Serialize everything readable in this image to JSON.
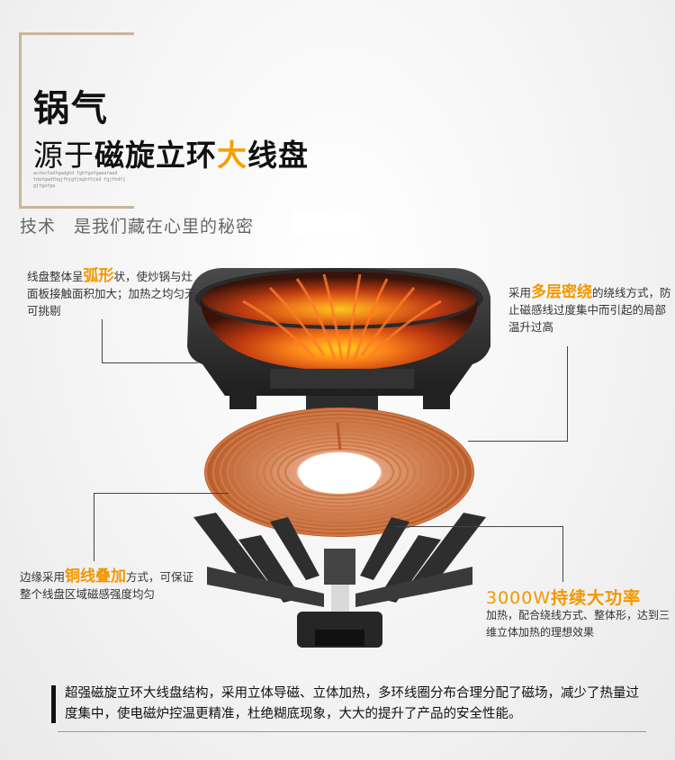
{
  "header": {
    "title_line1": "锅气",
    "title_line2_pre": "源于",
    "title_line2_strong": "磁旋立环",
    "title_line2_accent": "大",
    "title_line2_post": "线盘",
    "tiny_text": "asfesfadfgadghd fghfgafgaeafaed fdafgadfhgjfhjgfjkghfhjkd fgjfhdfj gjfgafga",
    "subtitle": "技术　是我们藏在心里的秘密"
  },
  "notes": {
    "top_left_pre": "线盘整体呈",
    "top_left_hl": "弧形",
    "top_left_post": "状，使炒锅与灶面板接触面积加大；加热之均匀无可挑剔",
    "top_right_pre": "采用",
    "top_right_hl": "多层密绕",
    "top_right_post": "的绕线方式，防止磁感线过度集中而引起的局部温升过高",
    "bottom_left_pre": "边缘采用",
    "bottom_left_hl": "铜线叠加",
    "bottom_left_post": "方式，可保证整个线盘区域磁感强度均匀",
    "power_num": "3000W",
    "power_label": "持续大功率",
    "bottom_right": "加热，配合绕线方式、整体形，达到三维立体加热的理想效果"
  },
  "footer": {
    "text": "超强磁旋立环大线盘结构，采用立体导磁、立体加热，多环线圈分布合理分配了磁场，减少了热量过度集中，使电磁炉控温更精准，杜绝糊底现象，大大的提升了产品的安全性能。"
  },
  "colors": {
    "accent": "#f29800",
    "frame": "#c9b59a",
    "copper": "#c8643a"
  }
}
